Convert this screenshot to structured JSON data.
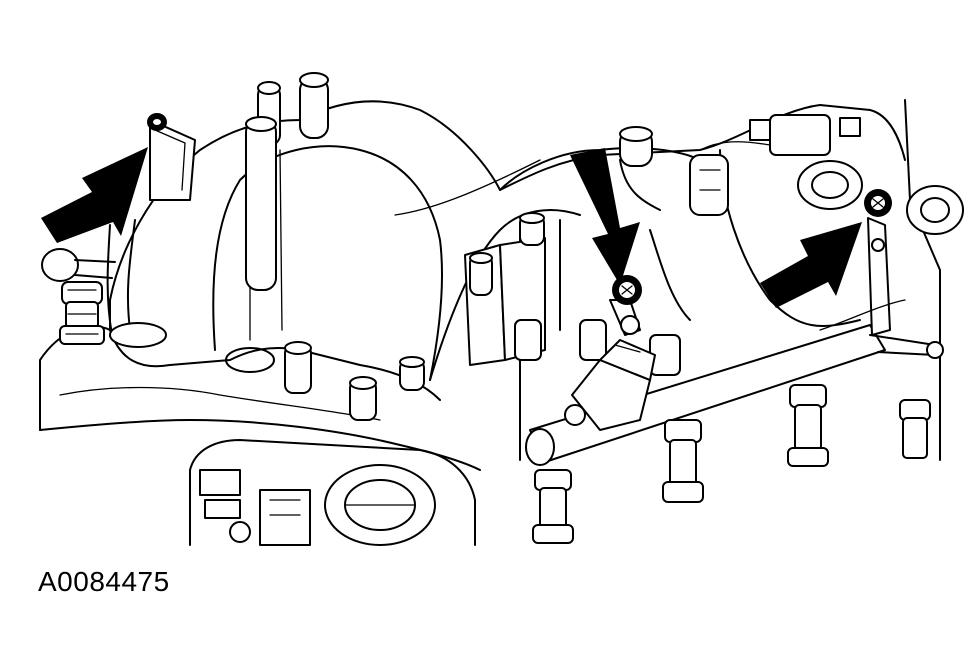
{
  "figure": {
    "id_label": "A0084475"
  },
  "colors": {
    "line": "#000000",
    "background": "#ffffff"
  },
  "callouts": [
    {
      "icon": "arrow-icon",
      "target": "upper-left-bolt"
    },
    {
      "icon": "arrow-icon",
      "target": "center-bolt"
    },
    {
      "icon": "arrow-icon",
      "target": "right-bolt"
    }
  ]
}
